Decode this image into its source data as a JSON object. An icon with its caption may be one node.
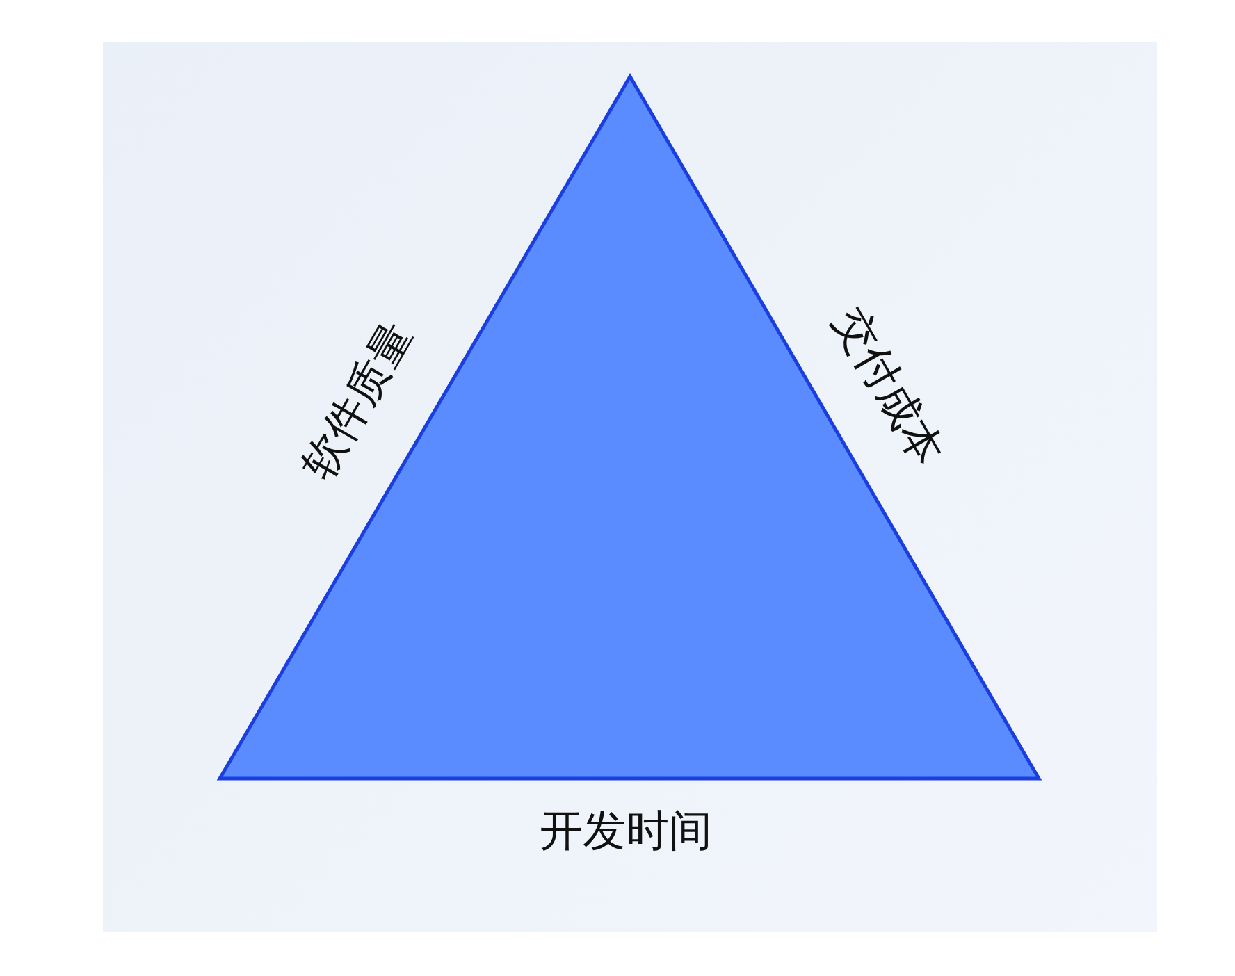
{
  "diagram": {
    "labels": [
      "软件质量",
      "交付成本",
      "开发时间"
    ]
  }
}
